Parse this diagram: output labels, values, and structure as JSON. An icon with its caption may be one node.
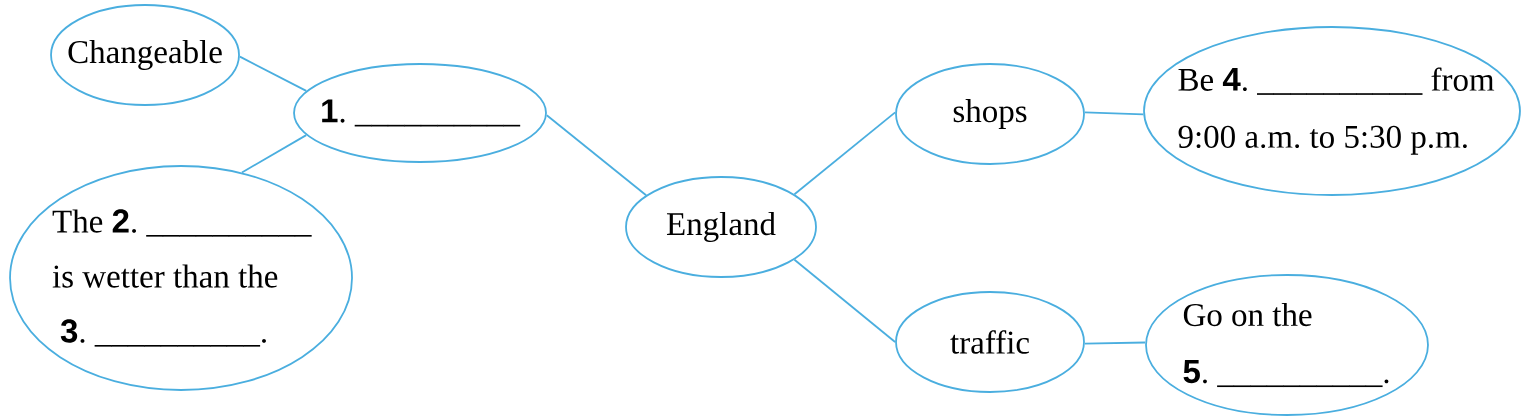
{
  "diagram": {
    "nodes": [
      {
        "text": [
          "Changeable"
        ]
      },
      {
        "text": [
          "**1**. __________"
        ]
      },
      {
        "text": [
          "The **2**. __________ is wetter than the **3**. __________."
        ]
      },
      {
        "text": [
          "England"
        ]
      },
      {
        "text": [
          "shops"
        ]
      },
      {
        "text": [
          "Be **4**. __________ from 9:00 a.m. to 5:30 p.m."
        ]
      },
      {
        "text": [
          "traffic"
        ]
      },
      {
        "text": [
          "Go on the **5**. __________."
        ]
      }
    ],
    "edges": [
      {
        "from": 0,
        "to": 1,
        "arrow": "none"
      },
      {
        "from": 1,
        "to": 2,
        "arrow": "none"
      },
      {
        "from": 1,
        "to": 3,
        "arrow": "none"
      },
      {
        "from": 3,
        "to": 4,
        "arrow": "none"
      },
      {
        "from": 3,
        "to": 6,
        "arrow": "none"
      },
      {
        "from": 4,
        "to": 5,
        "arrow": "none"
      },
      {
        "from": 6,
        "to": 7,
        "arrow": "none"
      }
    ]
  }
}
